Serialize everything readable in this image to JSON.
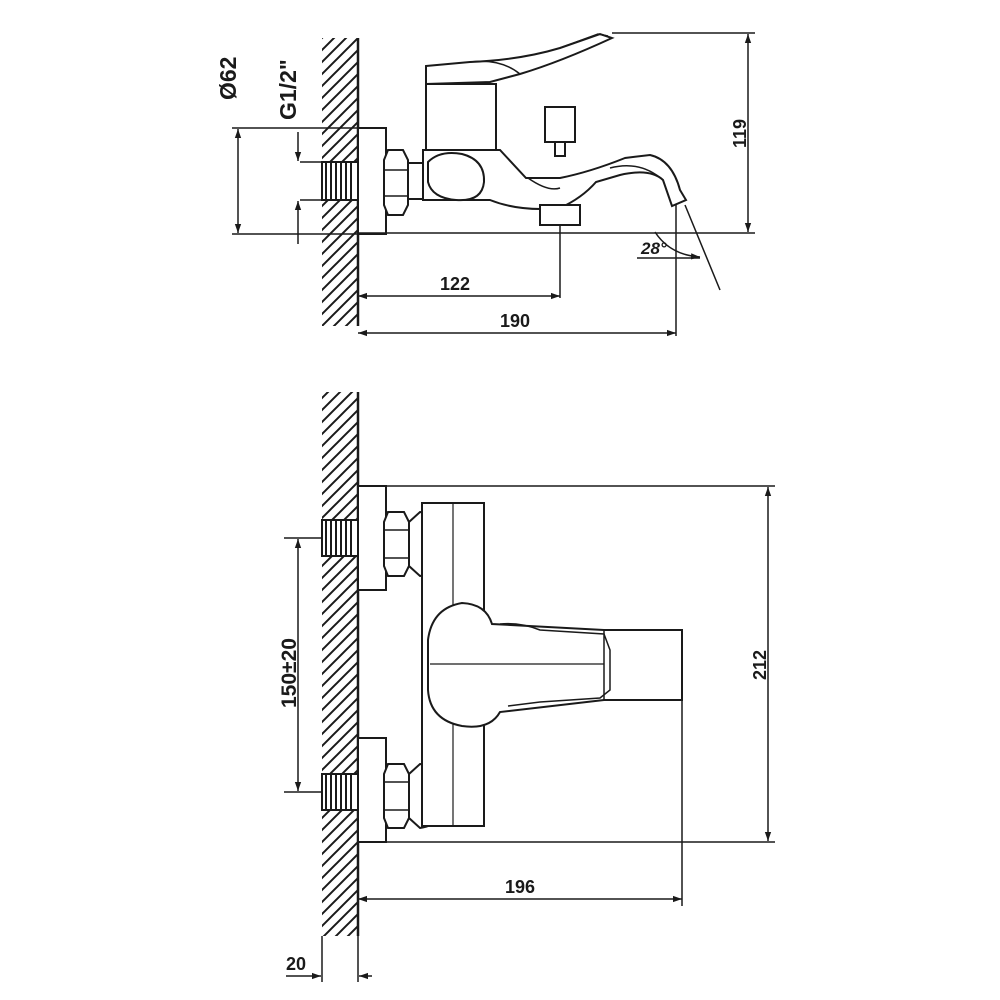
{
  "colors": {
    "line": "#1a1a1a",
    "background": "#ffffff"
  },
  "side_view": {
    "dim_diameter": "Ø62",
    "dim_thread": "G1/2\"",
    "dim_height": "119",
    "dim_angle": "28°",
    "dim_outlet_length": "122",
    "dim_spout_length": "190"
  },
  "top_view": {
    "dim_centers": "150±20",
    "dim_width": "212",
    "dim_depth": "196",
    "dim_eccentric": "20"
  }
}
